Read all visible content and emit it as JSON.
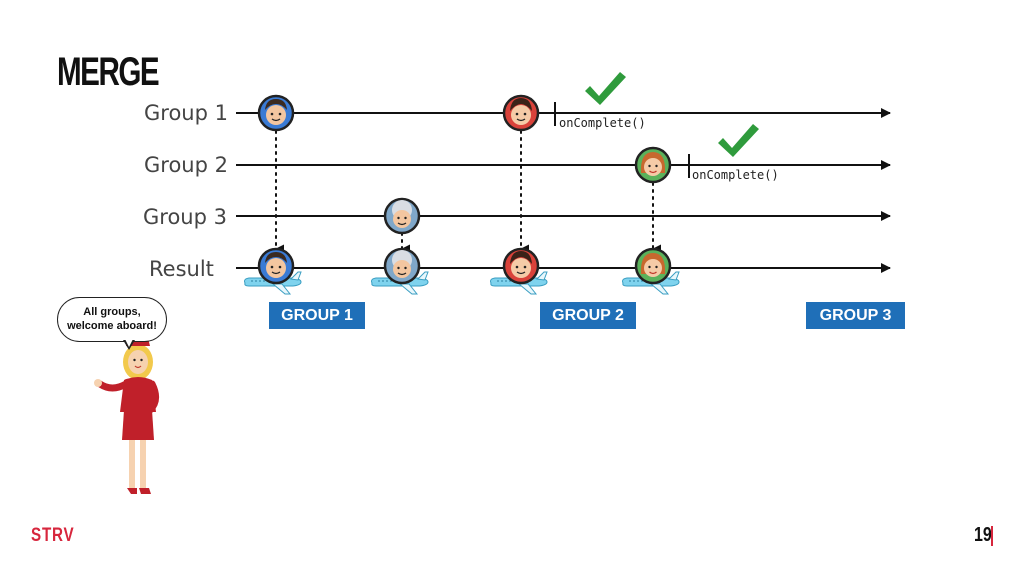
{
  "title": "MERGE",
  "rows": [
    {
      "label": "Group 1"
    },
    {
      "label": "Group 2"
    },
    {
      "label": "Group 3"
    },
    {
      "label": "Result"
    }
  ],
  "on_complete": [
    "onComplete()",
    "onComplete()"
  ],
  "group_badges": [
    "GROUP 1",
    "GROUP 2",
    "GROUP 3"
  ],
  "speech_bubble": {
    "line1": "All groups,",
    "line2": "welcome aboard!"
  },
  "footer": {
    "brand": "STRV",
    "page_number": "19"
  },
  "colors": {
    "badge": "#1f6fb8",
    "brand": "#d7263d",
    "check": "#2f9b3c"
  }
}
